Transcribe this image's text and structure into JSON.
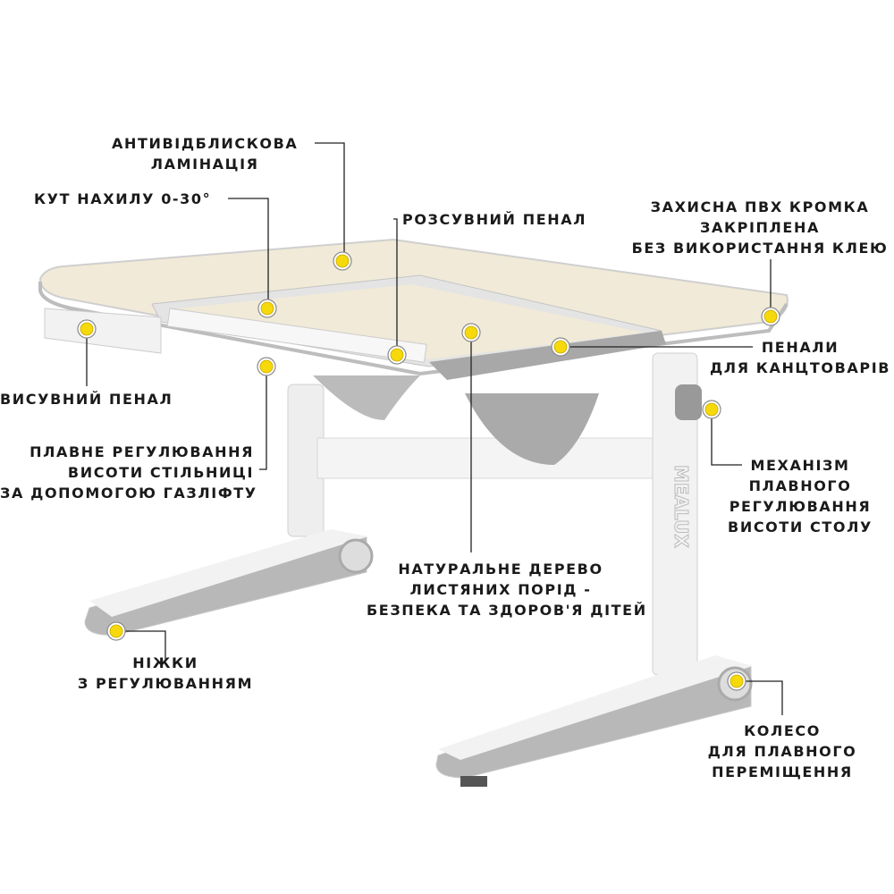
{
  "colors": {
    "marker": "#f5d90a",
    "marker_ring": "#8a8a8a",
    "callout_line": "#222222",
    "desktop": "#f1ead8",
    "frame": "#e8e8e8",
    "accent_grey": "#9a9a9a"
  },
  "brand_on_leg": "MEALUX",
  "callouts": [
    {
      "id": "anti-glare",
      "lines": [
        "АНТИВІДБЛИСКОВА",
        "ЛАМІНАЦІЯ"
      ]
    },
    {
      "id": "tilt",
      "lines": [
        "КУТ НАХИЛУ 0-30°"
      ]
    },
    {
      "id": "sliding-pencil-case",
      "lines": [
        "РОЗСУВНИЙ ПЕНАЛ"
      ]
    },
    {
      "id": "pvc-edge",
      "lines": [
        "ЗАХИСНА ПВХ КРОМКА",
        "ЗАКРІПЛЕНА",
        "БЕЗ ВИКОРИСТАННЯ КЛЕЮ"
      ]
    },
    {
      "id": "stationery-trays",
      "lines": [
        "ПЕНАЛИ",
        "ДЛЯ КАНЦТОВАРІВ"
      ]
    },
    {
      "id": "drawer",
      "lines": [
        "ВИСУВНИЙ ПЕНАЛ"
      ]
    },
    {
      "id": "gas-lift",
      "lines": [
        "ПЛАВНЕ РЕГУЛЮВАННЯ",
        "ВИСОТИ СТІЛЬНИЦІ",
        "ЗА ДОПОМОГОЮ ГАЗЛІФТУ"
      ]
    },
    {
      "id": "height-mechanism",
      "lines": [
        "МЕХАНІЗМ",
        "ПЛАВНОГО",
        "РЕГУЛЮВАННЯ",
        "ВИСОТИ СТОЛУ"
      ]
    },
    {
      "id": "natural-wood",
      "lines": [
        "НАТУРАЛЬНЕ ДЕРЕВО",
        "ЛИСТЯНИХ ПОРІД -",
        "БЕЗПЕКА ТА ЗДОРОВ'Я ДІТЕЙ"
      ]
    },
    {
      "id": "adjustable-legs",
      "lines": [
        "НІЖКИ",
        "З РЕГУЛЮВАННЯМ"
      ]
    },
    {
      "id": "wheel",
      "lines": [
        "КОЛЕСО",
        "ДЛЯ ПЛАВНОГО",
        "ПЕРЕМІЩЕННЯ"
      ]
    }
  ]
}
